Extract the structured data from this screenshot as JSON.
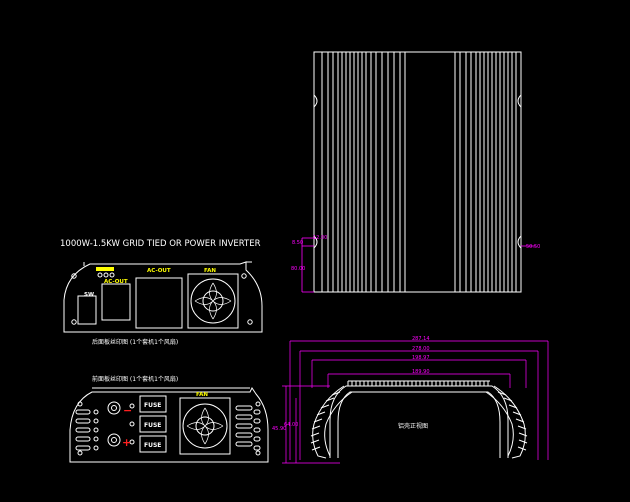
{
  "drawing": {
    "title": "1000W-1.5KW  GRID TIED OR POWER  INVERTER",
    "rear_panel": {
      "caption": "后面板丝印图 (1个套机1个风扇)",
      "labels": {
        "sw": "SW",
        "ac_out_small": "AC-OUT",
        "ac_out": "AC-OUT",
        "fan": "FAN"
      }
    },
    "front_panel": {
      "caption": "前面板丝印图 (1个套机1个风扇)",
      "labels": {
        "fuse_1": "FUSE",
        "fuse_2": "FUSE",
        "fuse_3": "FUSE",
        "fan": "FAN",
        "minus": "−",
        "plus": "+"
      }
    },
    "heatsink_top": {
      "dims": {
        "left_upper": "12.00",
        "left_gap": "8.50",
        "left_lower": "80.00",
        "right": "50.50"
      }
    },
    "heatsink_profile": {
      "caption": "铝壳正视图",
      "dims": {
        "d1": "287.14",
        "d2": "278.00",
        "d3": "198.97",
        "d4": "189.90",
        "h1": "45.90",
        "h2": "64.00"
      }
    },
    "colors": {
      "line": "#ffffff",
      "label": "#ffff00",
      "dimension": "#ff00ff",
      "lines_gray": "#d9d9d9",
      "fuse_red": "#ff2020"
    }
  }
}
